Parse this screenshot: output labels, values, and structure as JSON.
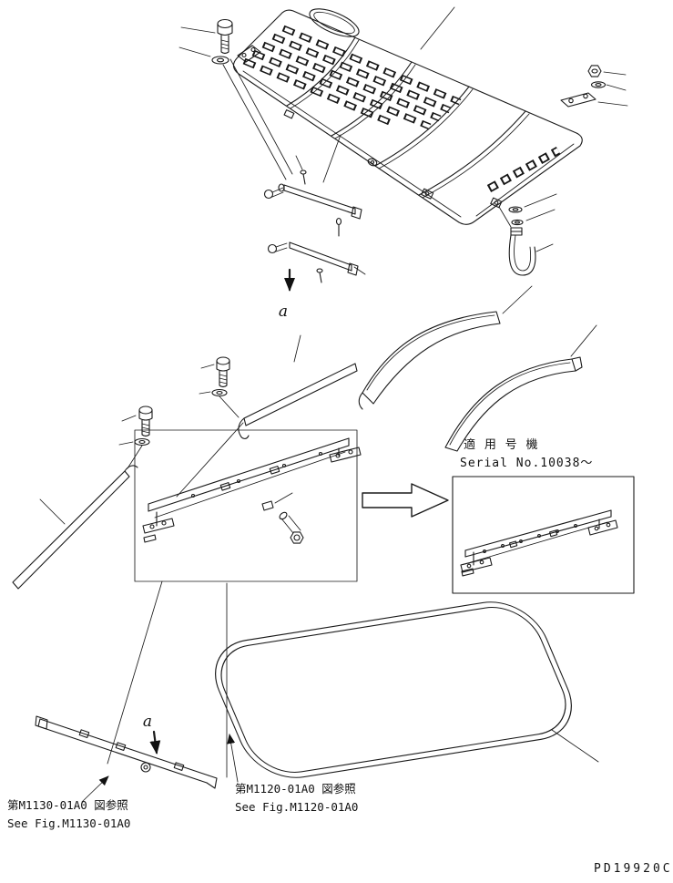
{
  "colors": {
    "ink": "#1a1a1a",
    "paper": "#ffffff"
  },
  "annotations": {
    "section_arrow_top": "a",
    "section_arrow_bottom": "a"
  },
  "detail_callout": {
    "applicable_serial_jp": "適 用 号 機",
    "applicable_serial_en": "Serial No.10038～"
  },
  "references": {
    "fig_m1130_jp": "第M1130-01A0 図参照",
    "fig_m1130_en": "See Fig.M1130-01A0",
    "fig_m1120_jp": "第M1120-01A0 図参照",
    "fig_m1120_en": "See Fig.M1120-01A0"
  },
  "drawing_code": "PD19920C"
}
